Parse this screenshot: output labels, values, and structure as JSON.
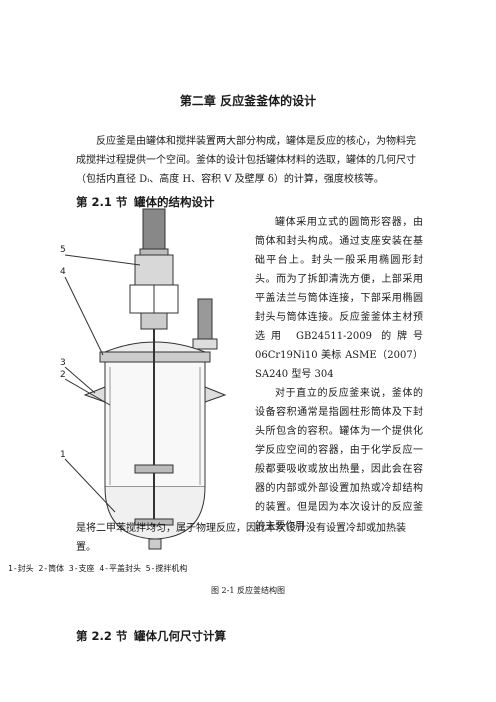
{
  "chapter_title": "第二章  反应釜釜体的设计",
  "intro": "反应釜是由罐体和搅拌装置两大部分构成，罐体是反应的核心，为物料完成搅拌过程提供一个空间。釜体的设计包括罐体材料的选取，罐体的几何尺寸（包括内直径 Dᵢ、高度 H、容积 V 及壁厚 δ）的计算，强度校核等。",
  "section1": {
    "number": "第 2.1 节",
    "title": "罐体的结构设计"
  },
  "section1_paragraphs": [
    "罐体采用立式的圆筒形容器，由筒体和封头构成。通过支座安装在基础平台上。封头一般采用椭圆形封头。而为了拆卸清洗方便，上部采用平盖法兰与筒体连接，下部采用椭圆封头与筒体连接。反应釜釜体主材预选用 GB24511-2009 的牌号 06Cr19Ni10 美标 ASME（2007）SA240 型号 304",
    "对于直立的反应釜来说，釜体的设备容积通常是指圆柱形筒体及下封头所包含的容积。罐体为一个提供化学反应空间的容器，由于化学反应一般都要吸收或放出热量，因此会在容器的内部或外部设置加热或冷却结构的装置。但是因为本次设计的反应釜的主要作用"
  ],
  "section1_tail": "是将二甲苯搅拌均匀，属于物理反应，因此本次设计没有设置冷却或加热装置。",
  "figure": {
    "labels": [
      "5",
      "4",
      "3",
      "2",
      "1"
    ],
    "legend": "1-封头  2-筒体  3-支座  4-平盖封头  5-搅拌机构",
    "caption": "图 2-1 反应釜结构图"
  },
  "section2": {
    "number": "第 2.2 节",
    "title": "罐体几何尺寸计算"
  }
}
